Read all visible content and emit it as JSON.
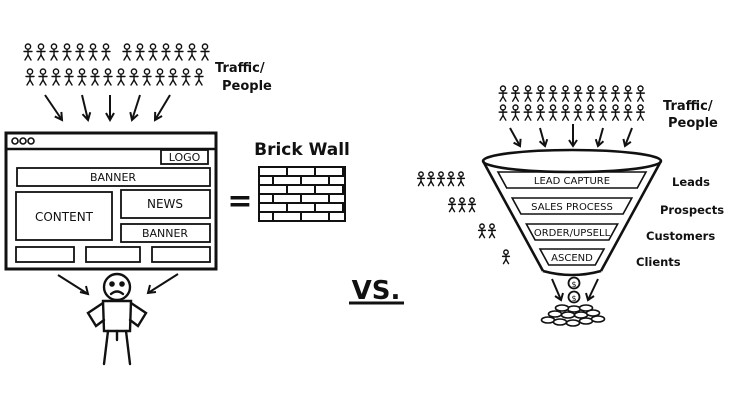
{
  "left": {
    "traffic_label_1": "Traffic/",
    "traffic_label_2": "People",
    "browser": {
      "logo": "LOGO",
      "banner_top": "BANNER",
      "content": "CONTENT",
      "news": "NEWS",
      "banner_side": "BANNER"
    },
    "equals": "=",
    "brick_wall_label": "Brick Wall"
  },
  "versus": "VS.",
  "right": {
    "traffic_label_1": "Traffic/",
    "traffic_label_2": "People",
    "funnel_stages": [
      "LEAD CAPTURE",
      "SALES PROCESS",
      "ORDER/UPSELL",
      "ASCEND"
    ],
    "side_labels": [
      "Leads",
      "Prospects",
      "Customers",
      "Clients"
    ],
    "coin_symbol": "$"
  }
}
